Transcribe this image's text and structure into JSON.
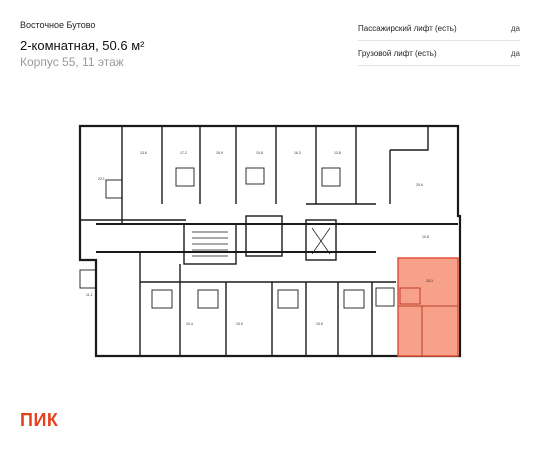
{
  "header": {
    "project": "Восточное Бутово",
    "title": "2-комнатная, 50.6 м²",
    "subtitle": "Корпус 55, 11 этаж"
  },
  "features": [
    {
      "label": "Пассажирский лифт (есть)",
      "value": "да"
    },
    {
      "label": "Грузовой лифт (есть)",
      "value": "да"
    }
  ],
  "plan": {
    "highlight_color": "#f7a08a",
    "highlight_stroke": "#e2533a",
    "room_areas": [
      "22.1",
      "13.6",
      "17.2",
      "15.9",
      "10.8",
      "16.3",
      "13.8",
      "20.6",
      "10.8",
      "28.3",
      "11.1",
      "10.4",
      "10.9",
      "10.5"
    ]
  },
  "brand": {
    "logo": "ПИК",
    "color": "#e6411e"
  }
}
